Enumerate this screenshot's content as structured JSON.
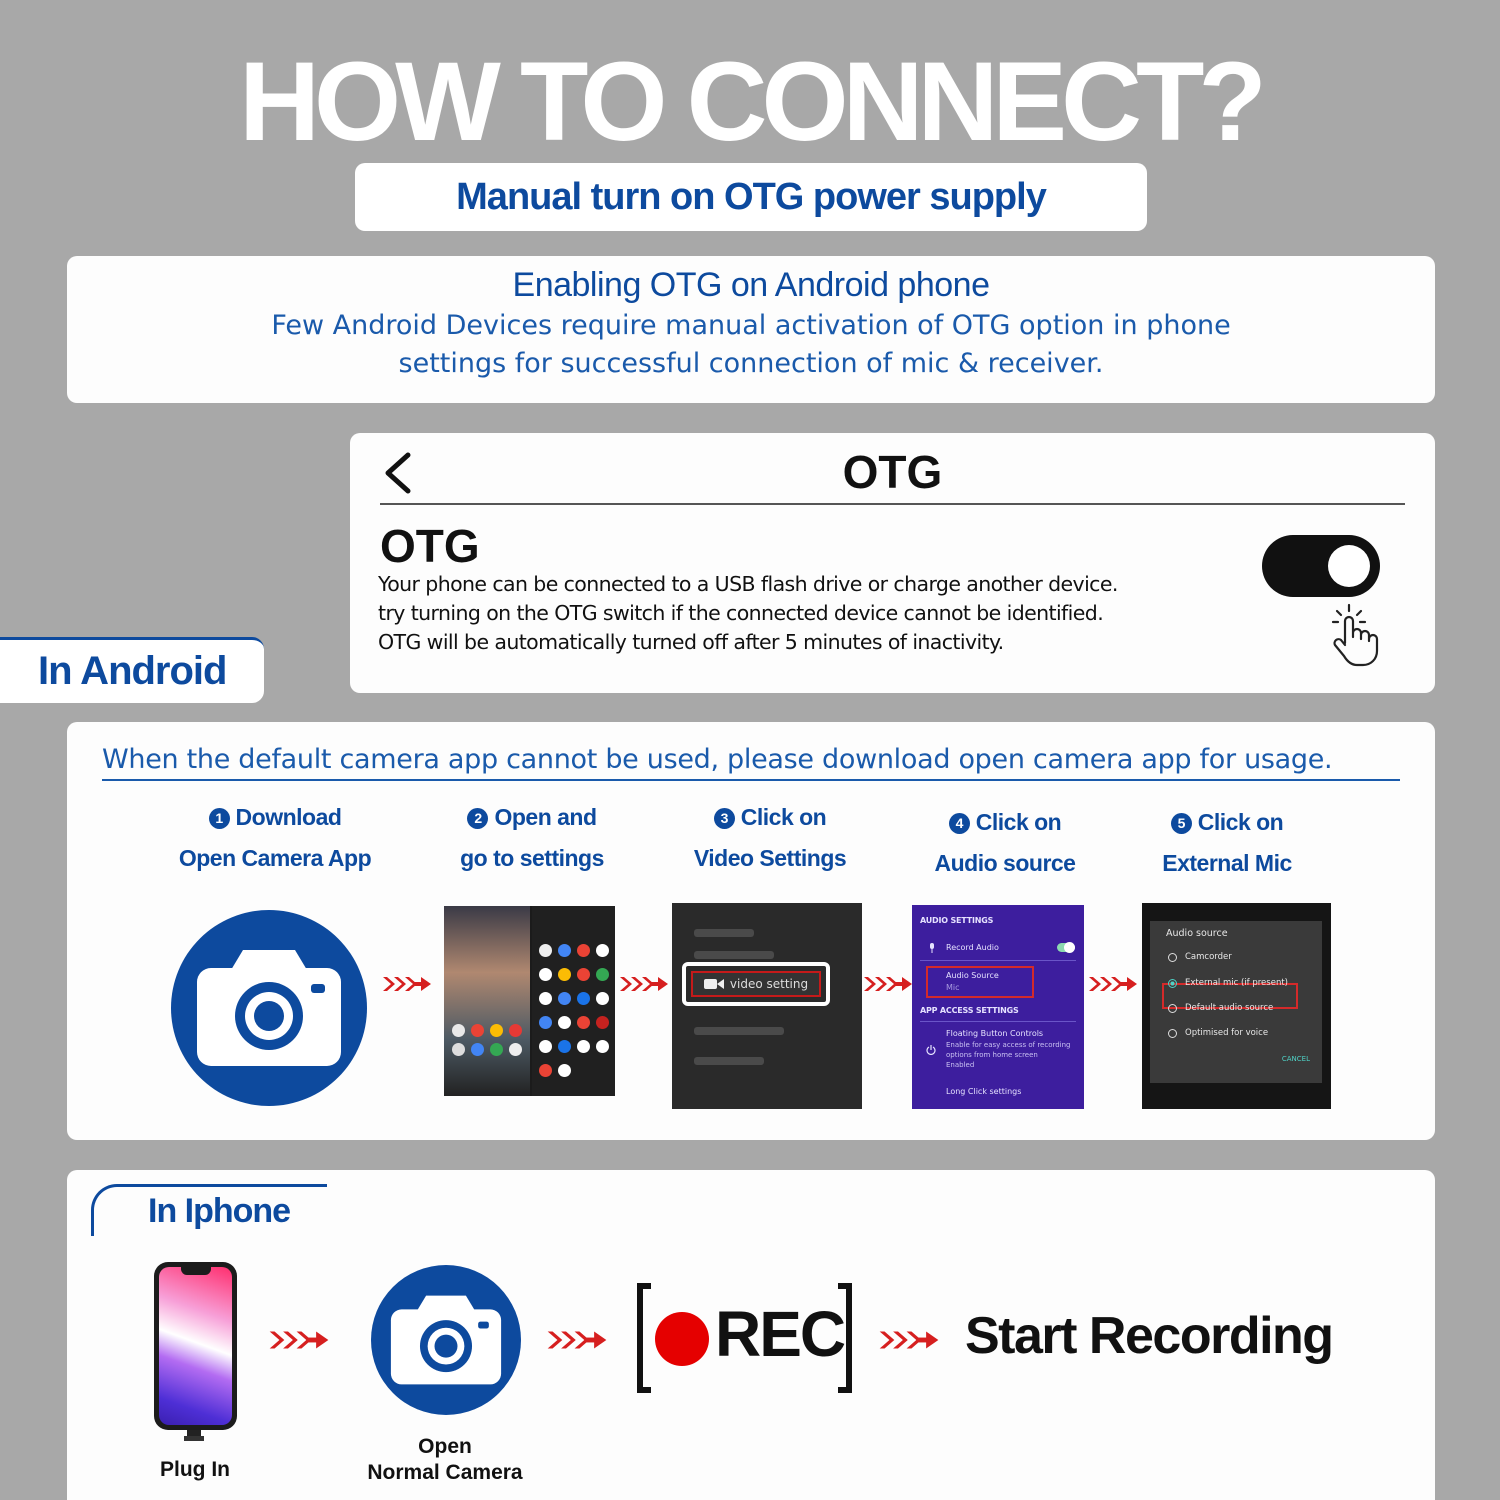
{
  "title": "HOW TO CONNECT?",
  "subtitle": "Manual turn on OTG power supply",
  "otg_info": {
    "heading": "Enabling OTG on Android phone",
    "body": "Few Android Devices require manual activation of OTG option in phone settings for successful connection of mic & receiver."
  },
  "otg_settings": {
    "header": "OTG",
    "setting_title": "OTG",
    "desc_lines": [
      "Your phone can be connected to a USB flash drive or charge another device.",
      "try turning on the OTG switch if the connected device cannot be identified.",
      "OTG will be automatically turned off after 5 minutes of inactivity."
    ],
    "toggle_on": true
  },
  "android_tab": "In Android",
  "camera_notice": "When the default camera app cannot be used, please download open camera app for usage.",
  "steps": [
    {
      "num": "1",
      "line1": "Download",
      "line2": "Open Camera App"
    },
    {
      "num": "2",
      "line1": "Open and",
      "line2": "go to settings"
    },
    {
      "num": "3",
      "line1": "Click on",
      "line2": "Video Settings"
    },
    {
      "num": "4",
      "line1": "Click on",
      "line2": "Audio source"
    },
    {
      "num": "5",
      "line1": "Click on",
      "line2": "External Mic"
    }
  ],
  "screenshots": {
    "video": {
      "button": "video setting"
    },
    "audio": {
      "section1": "AUDIO SETTINGS",
      "record_audio": "Record Audio",
      "audio_source": "Audio Source",
      "audio_source_value": "Mic",
      "section2": "APP ACCESS SETTINGS",
      "floating_title": "Floating Button Controls",
      "floating_desc": "Enable for easy access of recording options from home screen",
      "floating_value": "Enabled",
      "long_click": "Long Click settings"
    },
    "mic": {
      "title": "Audio source",
      "options": [
        "Camcorder",
        "External mic (if present)",
        "Default audio source",
        "Optimised for voice"
      ],
      "selected": 1,
      "cancel": "CANCEL"
    }
  },
  "iphone_tab": "In Iphone",
  "iphone_steps": {
    "plug_in": "Plug In",
    "open_line1": "Open",
    "open_line2": "Normal Camera",
    "rec": "REC",
    "start": "Start Recording"
  },
  "colors": {
    "brand_blue": "#0d4a9e",
    "arrow_red": "#d61f1f",
    "rec_red": "#e50000",
    "background": "#a8a8a8"
  }
}
